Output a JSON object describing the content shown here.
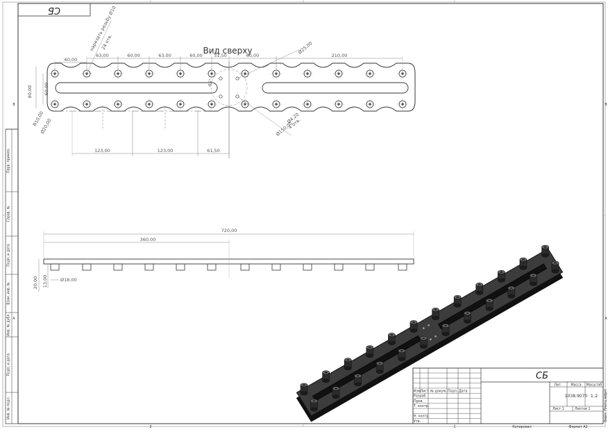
{
  "sheet": {
    "corner_stamp": "СБ",
    "view_title": "Вид сверху",
    "format": "Формат А2",
    "copied": "Копировал"
  },
  "top_view": {
    "dims_top": [
      "60,00",
      "63,00",
      "60,00",
      "63,00",
      "60,00",
      "31,50",
      "60,00",
      "210,00"
    ],
    "dims_bottom": [
      "123,00",
      "123,00",
      "61,50"
    ],
    "dims_left": [
      "80,00",
      "60,00"
    ],
    "radius_left": "R10,00",
    "hole_left": "Ø20,00",
    "diag_note_1": "нарезать резьбу Ø10",
    "diag_note_2": "24 отв.",
    "angle": "45°",
    "hole_right_top": "Ø25,00",
    "hole_right_1": "Ø4,20",
    "hole_right_2": "4 отв.",
    "hole_right_3": "Ø150,00"
  },
  "side_view": {
    "overall": "720,00",
    "half": "360,00",
    "height_1": "20,00",
    "height_2": "13,00",
    "pin_dia": "Ø18,00"
  },
  "side_labels": [
    "Подп. и дата",
    "Инв. № дубл.",
    "Взам. инв. №",
    "Подп. и дата",
    "Инв. № подл.",
    "Справ. №",
    "Перв. примен."
  ],
  "title_block": {
    "doc_code": "СБ",
    "headers": [
      "Изм.",
      "Лист",
      "№ докум.",
      "Подп.",
      "Дата"
    ],
    "roles": [
      "Разраб.",
      "Пров.",
      "Т. контр.",
      "",
      "Н. контр.",
      "Утв."
    ],
    "lit": "Лит.",
    "mass": "Масса",
    "scale": "Масштаб",
    "mass_value": "1038.9070",
    "scale_value": "1:2",
    "sheet_label": "Лист 1",
    "sheets_label": "Листов 1",
    "vert_note": "Файл: Плита.sldprt"
  },
  "border_marks": {
    "left": [
      "B",
      "A"
    ],
    "right": [
      "B",
      "A"
    ],
    "bottom": [
      "2",
      "1"
    ]
  }
}
